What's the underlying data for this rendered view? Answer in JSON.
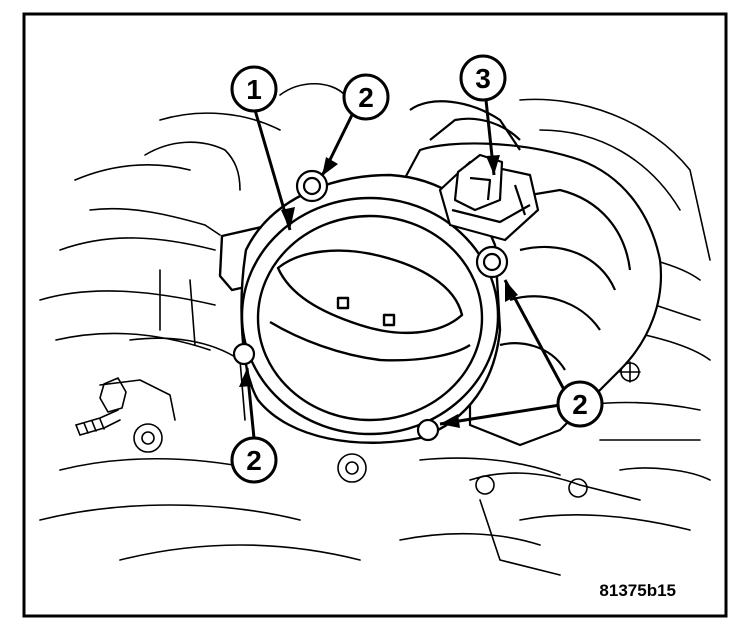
{
  "figure": {
    "id": "81375b15"
  },
  "callouts": [
    {
      "key": "c1",
      "number": "1"
    },
    {
      "key": "c2a",
      "number": "2"
    },
    {
      "key": "c3",
      "number": "3"
    },
    {
      "key": "c2b",
      "number": "2"
    },
    {
      "key": "c2c",
      "number": "2"
    }
  ],
  "colors": {
    "line": "#000000",
    "background": "#ffffff"
  }
}
